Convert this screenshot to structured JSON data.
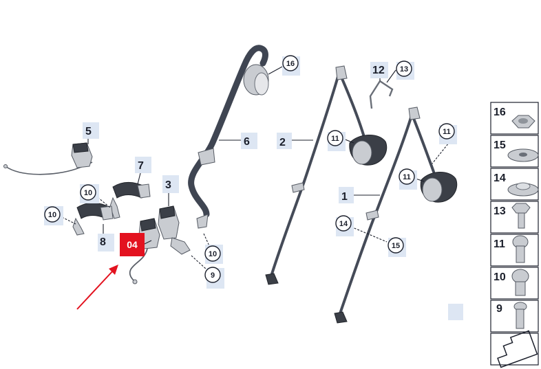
{
  "callouts": {
    "c1": "1",
    "c2": "2",
    "c3": "3",
    "c5": "5",
    "c6": "6",
    "c7": "7",
    "c8": "8",
    "c9": "9",
    "c10a": "10",
    "c10b": "10",
    "c10c": "10",
    "c11a": "11",
    "c11b": "11",
    "c11c": "11",
    "c12": "12",
    "c13": "13",
    "c14": "14",
    "c15": "15",
    "c16": "16"
  },
  "highlight": {
    "label": "04",
    "color": "#e3121f",
    "arrow_color": "#e3121f"
  },
  "legend": {
    "items": [
      {
        "number": "16",
        "part": "hex-nut"
      },
      {
        "number": "15",
        "part": "washer"
      },
      {
        "number": "14",
        "part": "spacer-bushing"
      },
      {
        "number": "13",
        "part": "hex-bolt"
      },
      {
        "number": "11",
        "part": "torx-bolt"
      },
      {
        "number": "10",
        "part": "torx-bolt-short"
      },
      {
        "number": "9",
        "part": "hex-bolt-long"
      }
    ]
  },
  "colors": {
    "callout_bg": "#dde6f3",
    "line": "#1b1f2b",
    "belt": "#3f4552"
  }
}
